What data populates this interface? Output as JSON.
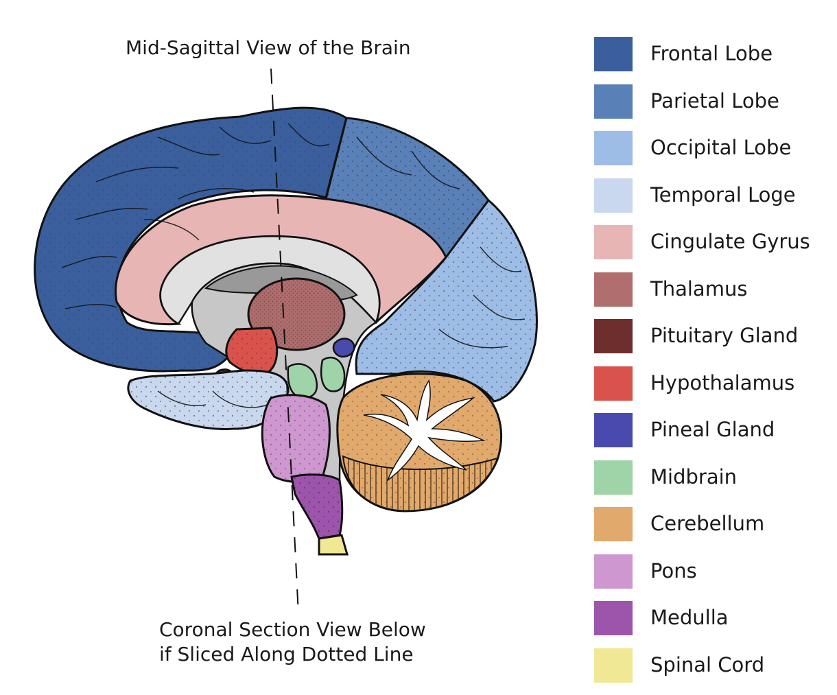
{
  "captions": {
    "top": "Mid-Sagittal View of the Brain",
    "bottom_line1": "Coronal Section View Below",
    "bottom_line2": "if Sliced Along Dotted Line"
  },
  "legend": [
    {
      "id": "frontal",
      "label": "Frontal Lobe",
      "color": "#3a5f9c"
    },
    {
      "id": "parietal",
      "label": "Parietal Lobe",
      "color": "#5a80b8"
    },
    {
      "id": "occipital",
      "label": "Occipital Lobe",
      "color": "#9dbde6"
    },
    {
      "id": "temporal",
      "label": "Temporal Loge",
      "color": "#c9d8ee"
    },
    {
      "id": "cingulate",
      "label": "Cingulate Gyrus",
      "color": "#e8b5b5"
    },
    {
      "id": "thalamus",
      "label": "Thalamus",
      "color": "#b06e6e"
    },
    {
      "id": "pituitary",
      "label": "Pituitary Gland",
      "color": "#6e2e2e"
    },
    {
      "id": "hypothalamus",
      "label": "Hypothalamus",
      "color": "#d9534c"
    },
    {
      "id": "pineal",
      "label": "Pineal Gland",
      "color": "#4a4aae"
    },
    {
      "id": "midbrain",
      "label": "Midbrain",
      "color": "#9fd3a8"
    },
    {
      "id": "cerebellum",
      "label": "Cerebellum",
      "color": "#e1a96c"
    },
    {
      "id": "pons",
      "label": "Pons",
      "color": "#cf97cf"
    },
    {
      "id": "medulla",
      "label": "Medulla",
      "color": "#9c55ab"
    },
    {
      "id": "spinal",
      "label": "Spinal Cord",
      "color": "#f0e895"
    }
  ],
  "fill_colors": {
    "inner_gray": "#c7c7c7",
    "callosum": "#e1e1e1",
    "ventricle": "#999999",
    "white_matter": "#ffffff"
  }
}
